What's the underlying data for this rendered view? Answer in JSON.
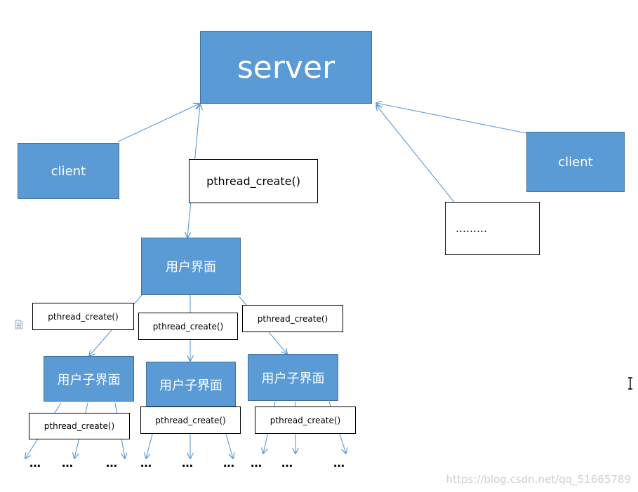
{
  "nodes": {
    "server": "server",
    "client_left": "client",
    "client_right": "client",
    "user_ui": "用户界面",
    "sub_ui_1": "用户子界面",
    "sub_ui_2": "用户子界面",
    "sub_ui_3": "用户子界面"
  },
  "labels": {
    "main_create": "pthread_create()",
    "more": "………",
    "branch_create_1": "pthread_create()",
    "branch_create_2": "pthread_create()",
    "branch_create_3": "pthread_create()",
    "leaf_create_1": "pthread_create()",
    "leaf_create_2": "pthread_create()",
    "leaf_create_3": "pthread_create()"
  },
  "ellipses": [
    "…",
    "…",
    "…",
    "…",
    "…",
    "…",
    "…",
    "…",
    "…"
  ],
  "watermark": "https://blog.csdn.net/qq_51665789",
  "colors": {
    "node_fill": "#5b9bd5",
    "node_border": "#41719c",
    "arrow": "#5b9bd5",
    "text_on_node": "#ffffff"
  },
  "icons": [
    "document-icon",
    "text-cursor-icon"
  ]
}
